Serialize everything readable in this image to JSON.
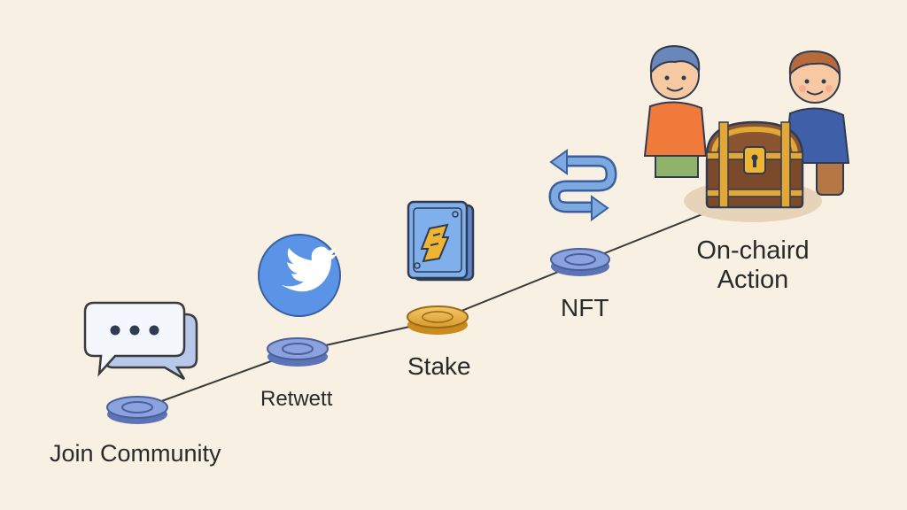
{
  "diagram": {
    "steps": [
      {
        "id": "join",
        "label": "Join Community",
        "icon": "chat-bubbles-icon"
      },
      {
        "id": "retweet",
        "label": "Retwett",
        "icon": "twitter-bird-icon"
      },
      {
        "id": "stake",
        "label": "Stake",
        "icon": "card-icon"
      },
      {
        "id": "nft",
        "label": "NFT",
        "icon": "swap-arrows-icon"
      },
      {
        "id": "onchain",
        "label_line1": "On-chaird",
        "label_line2": "Action",
        "icon": "treasure-chest-icon"
      }
    ],
    "colors": {
      "background": "#f8f1e3",
      "node_blue": "#7f9ad8",
      "node_gold": "#f3c15a",
      "twitter_blue": "#5b94e6",
      "line": "#3a3a3a"
    }
  }
}
